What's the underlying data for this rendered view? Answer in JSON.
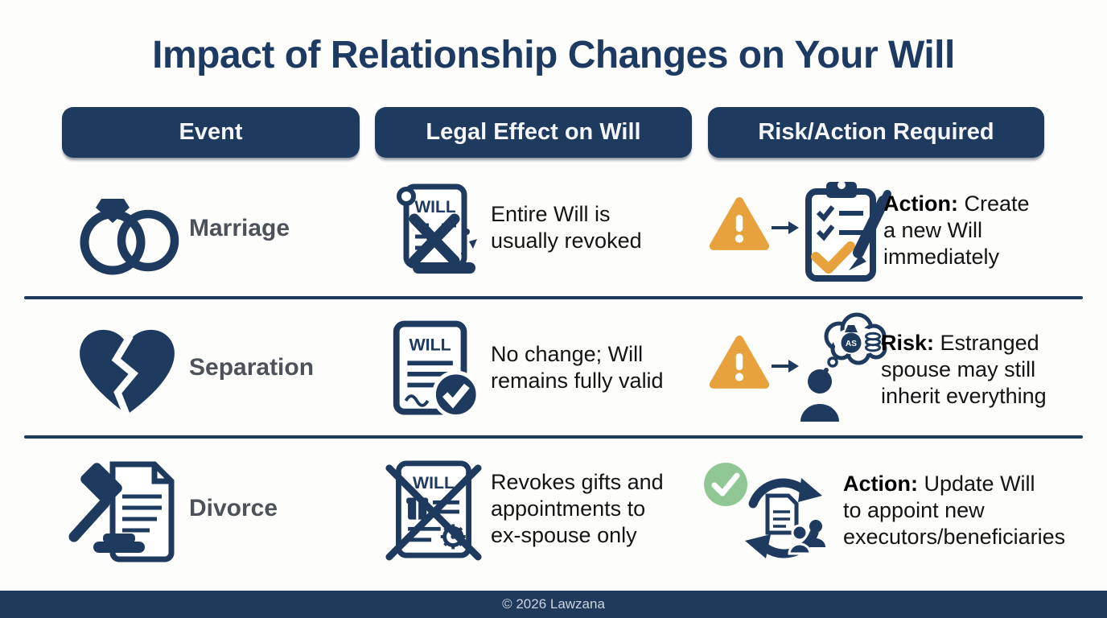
{
  "title": "Impact of Relationship Changes on Your Will",
  "table": {
    "headers": [
      {
        "label": "Event"
      },
      {
        "label": "Legal Effect on Will"
      },
      {
        "label": "Risk/Action Required"
      }
    ],
    "rows": [
      {
        "event_label": "Marriage",
        "event_icon": "wedding-rings-icon",
        "effect_icon": "will-revoked-scroll-icon",
        "effect_line1": "Entire Will is",
        "effect_line2": "usually revoked",
        "effect_line3": "",
        "risk_icons": [
          "warning-triangle-icon",
          "arrow-right-icon",
          "clipboard-checklist-pen-icon"
        ],
        "risk_prefix": "Action:",
        "risk_line1": "Create",
        "risk_line2": "a new Will",
        "risk_line3": "immediately"
      },
      {
        "event_label": "Separation",
        "event_icon": "broken-heart-icon",
        "effect_icon": "will-valid-check-icon",
        "effect_line1": "No change; Will",
        "effect_line2": "remains fully valid",
        "effect_line3": "",
        "risk_icons": [
          "warning-triangle-icon",
          "arrow-right-icon",
          "person-thinking-assets-icon"
        ],
        "risk_prefix": "Risk:",
        "risk_line1": "Estranged",
        "risk_line2": "spouse may still",
        "risk_line3": "inherit everything"
      },
      {
        "event_label": "Divorce",
        "event_icon": "gavel-document-icon",
        "effect_icon": "will-crossed-out-icon",
        "effect_line1": "Revokes gifts and",
        "effect_line2": "appointments to",
        "effect_line3": "ex-spouse only",
        "risk_icons": [
          "check-circle-icon",
          "update-will-cycle-icon"
        ],
        "risk_prefix": "Action:",
        "risk_line1": "Update Will",
        "risk_line2": "to appoint new",
        "risk_line3": "executors/beneficiaries"
      }
    ]
  },
  "icon_text": {
    "will": "WILL",
    "money_bag": "AS"
  },
  "footer": {
    "copyright": "© 2026 Lawzana"
  },
  "colors": {
    "navy": "#1e3a5e",
    "orange": "#e8a23d",
    "green": "#8fc895",
    "label_gray": "#4c5259",
    "body_text": "#141414",
    "background": "#fdfdfc"
  }
}
